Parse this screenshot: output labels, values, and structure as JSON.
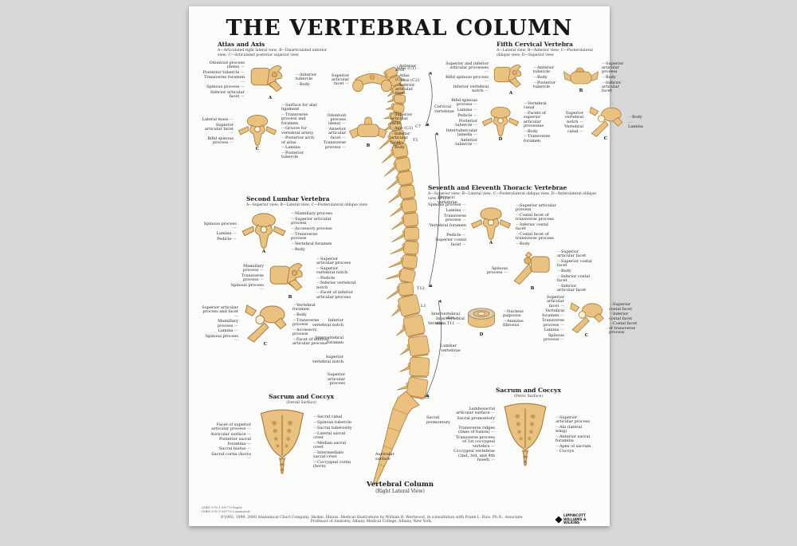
{
  "poster": {
    "title": "THE VERTEBRAL COLUMN",
    "isbn_lines": [
      "ISBN 978-1-58779  Paper",
      "ISBN 978-1-58779  Laminated"
    ],
    "credits": "©1992, 1999, 2000 Anatomical Chart Company, Skokie, Illinois. Medical illustrations by William B. Westwood, in consultation with Frank L. Rice, Ph.D., Associate Professor of Anatomy, Albany Medical College, Albany, New York.",
    "publisher": "LIPPINCOTT WILLIAMS & WILKINS"
  },
  "spine": {
    "caption": {
      "title": "Vertebral Column",
      "sub": "(Right Lateral View)"
    },
    "marks": {
      "atlas": "Atlas (C1)",
      "axis": "Axis (C2)",
      "cervical": "Cervical vertebrae",
      "c7": "C7",
      "t1": "T1",
      "thoracic": "Thoracic vertebrae",
      "t12": "T12",
      "l1": "L1",
      "disc": "Intervertebral disc",
      "lumbar": "Lumbar vertebrae",
      "l5": "L5",
      "promontory": "Sacral promontory",
      "inf_notch": "Inferior vertebral notch",
      "ivf": "Intervertebral foramen",
      "sup_notch": "Superior vertebral notch",
      "sup_art": "Superior articular process",
      "auricular": "Auricular surface"
    }
  },
  "sections": {
    "atlas_axis": {
      "title": "Atlas and Axis",
      "subtitle": "A—Articulated right lateral view; B—Disarticulated anterior view; C—Articulated posterior superior view",
      "fig_a": {
        "marker": "A",
        "left": [
          "Odontoid process (dens)",
          "Posterior tubercle",
          "Transverse foramen",
          "Spinous process",
          "Inferior articular facet"
        ],
        "right": [
          "Anterior tubercle",
          "Body"
        ]
      },
      "fig_atlas": {
        "marker": "",
        "left": [
          "Superior articular facet"
        ],
        "right": [
          "Anterior arch",
          "Atlas (C1)",
          "Inferior articular facet"
        ]
      },
      "fig_c": {
        "marker": "C",
        "left": [
          "Lateral mass",
          "Superior articular facet",
          "Bifid spinous process"
        ],
        "right": [
          "Surface for alar ligament",
          "Transverse process and foramen",
          "Groove for vertebral artery",
          "Posterior arch of atlas",
          "Lamina",
          "Posterior tubercle"
        ]
      },
      "fig_axis": {
        "marker": "B",
        "left": [
          "Odontoid process (dens)",
          "Anterior articular facet",
          "Transverse process"
        ],
        "right": [
          "Superior articular facet",
          "Axis (C2)",
          "Inferior articular facet",
          "Body"
        ]
      }
    },
    "fifth_cervical": {
      "title": "Fifth Cervical Vertebra",
      "subtitle": "A—Lateral view; B—Anterior view; C—Posterolateral oblique view; D—Superior view",
      "fig_a": {
        "marker": "A",
        "left": [
          "Superior and inferior articular processes",
          "Bifid spinous process",
          "Inferior vertebral notch"
        ],
        "right": [
          "Anterior tubercle",
          "Body",
          "Posterior tubercle"
        ]
      },
      "fig_b": {
        "marker": "B",
        "left": [
          "Bifid spinous process"
        ],
        "right": [
          "Superior articular process",
          "Body",
          "Inferior articular facet"
        ]
      },
      "fig_d": {
        "marker": "D",
        "left": [
          "Bifid spinous process",
          "Lamina",
          "Pedicle",
          "Posterior tubercle",
          "Intertubercular lamella",
          "Anterior tubercle"
        ],
        "right": [
          "Vertebral canal",
          "Facets of superior articular processes",
          "Body",
          "Transverse foramen"
        ]
      },
      "fig_c": {
        "marker": "C",
        "left": [
          "Superior vertebral notch",
          "Vertebral canal"
        ],
        "right": [
          "Body",
          "Lamina"
        ]
      }
    },
    "second_lumbar": {
      "title": "Second Lumbar Vertebra",
      "subtitle": "A—Superior view; B—Lateral view; C—Posterolateral oblique view",
      "fig_a": {
        "marker": "A",
        "left": [
          "Spinous process",
          "Lamina",
          "Pedicle"
        ],
        "right": [
          "Mamillary process",
          "Superior articular process",
          "Accessory process",
          "Transverse process",
          "Vertebral foramen",
          "Body"
        ]
      },
      "fig_b": {
        "marker": "B",
        "left": [
          "Mamillary process",
          "Transverse process",
          "Spinous process"
        ],
        "right": [
          "Superior articular process",
          "Superior vertebral notch",
          "Pedicle",
          "Inferior vertebral notch",
          "Facet of inferior articular process"
        ]
      },
      "fig_c": {
        "marker": "C",
        "left": [
          "Superior articular process and facet",
          "Mamillary process",
          "Lamina",
          "Spinous process"
        ],
        "right": [
          "Vertebral foramen",
          "Body",
          "Transverse process",
          "Accessory process",
          "Facet of inferior articular process"
        ]
      }
    },
    "thoracic": {
      "title": "Seventh and Eleventh Thoracic Vertebrae",
      "subtitle": "A—Superior view; B—Lateral view; C—Posterolateral oblique view, D—Anterolateral oblique view of T11",
      "fig_a": {
        "marker": "A",
        "left": [
          "Spinous process",
          "Lamina",
          "Transverse process",
          "Vertebral foramen",
          "Pedicle",
          "Superior costal facet"
        ],
        "right": [
          "Superior articular process",
          "Costal facet of transverse process",
          "Inferior costal facet",
          "Costal facet of transverse process",
          "Body"
        ]
      },
      "fig_b": {
        "marker": "B",
        "left": [
          "Spinous process"
        ],
        "right": [
          "Superior articular facet",
          "Superior costal facet",
          "Body",
          "Inferior costal facet",
          "Inferior articular facet"
        ]
      },
      "fig_d": {
        "marker": "D",
        "left": [
          "Intervertebral disc",
          "Vertebra T11"
        ],
        "right": [
          "Nucleus pulposus",
          "Annulus fibrosus"
        ]
      },
      "fig_c": {
        "marker": "C",
        "left": [
          "Superior articular facet",
          "Vertebral foramen",
          "Transverse process",
          "Lamina",
          "Spinous process"
        ],
        "right": [
          "Superior costal facet",
          "Inferior costal facet",
          "Costal facet of transverse process"
        ]
      }
    },
    "sacrum_dorsal": {
      "title": "Sacrum and Coccyx",
      "subtitle": "(Dorsal Surface)",
      "fig": {
        "marker": "",
        "left": [
          "Facet of superior articular process",
          "Auricular surface",
          "Posterior sacral foramina",
          "Sacral hiatus",
          "Sacral cornu (horn)"
        ],
        "right": [
          "Sacral canal",
          "Spinous tubercle",
          "Sacral tuberosity",
          "Lateral sacral crest",
          "Median sacral crest",
          "Intermediate sacral crest",
          "Coccygeal cornu (horn)"
        ]
      }
    },
    "sacrum_pelvic": {
      "title": "Sacrum and Coccyx",
      "subtitle": "(Pelvic Surface)",
      "fig": {
        "marker": "",
        "left": [
          "Lumbosacral articular surface",
          "Sacral promontory",
          "Transverse ridges (lines of fusion)",
          "Transverse process of 1st coccygeal vertebra",
          "Coccygeal vertebrae (2nd, 3rd, and 4th fused)"
        ],
        "right": [
          "Superior articular process",
          "Ala (lateral wing)",
          "Anterior sacral foramina",
          "Apex of sacrum",
          "Coccyx"
        ]
      }
    }
  }
}
